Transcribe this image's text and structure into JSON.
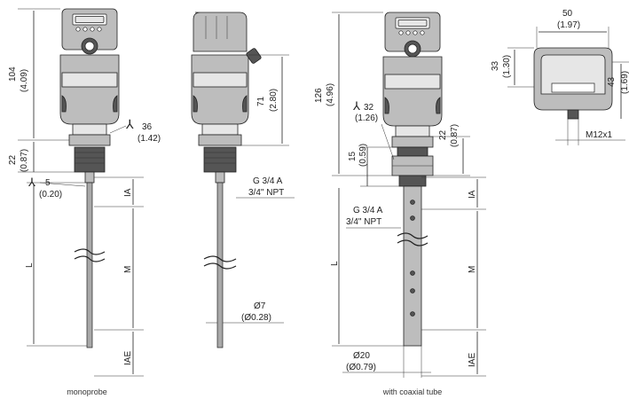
{
  "captions": {
    "monoprobe": "monoprobe",
    "coaxial": "with coaxial tube"
  },
  "dims": {
    "h104_mm": "104",
    "h104_in": "(4.09)",
    "h22_mm": "22",
    "h22_in": "(0.87)",
    "wrench36_mm": "36",
    "wrench36_in": "(1.42)",
    "wrench5_mm": "5",
    "wrench5_in": "(0.20)",
    "L_left": "L",
    "IA_left": "IA",
    "M_left": "M",
    "IAE_left": "IAE",
    "h71_mm": "71",
    "h71_in": "(2.80)",
    "thread_a": "G 3/4 A",
    "thread_npt": "3/4\" NPT",
    "dia7_mm": "Ø7",
    "dia7_in": "(Ø0.28)",
    "h126_mm": "126",
    "h126_in": "(4.96)",
    "wrench32_mm": "32",
    "wrench32_in": "(1.26)",
    "h22b_mm": "22",
    "h22b_in": "(0.87)",
    "h15_mm": "15",
    "h15_in": "(0.59)",
    "thread_a_2": "G 3/4 A",
    "thread_npt_2": "3/4\" NPT",
    "L_right": "L",
    "IA_right": "IA",
    "M_right": "M",
    "IAE_right": "IAE",
    "dia20_mm": "Ø20",
    "dia20_in": "(Ø0.79)",
    "w50_mm": "50",
    "w50_in": "(1.97)",
    "h33_mm": "33",
    "h33_in": "(1.30)",
    "h43_mm": "43",
    "h43_in": "(1.69)",
    "m12": "M12x1"
  }
}
